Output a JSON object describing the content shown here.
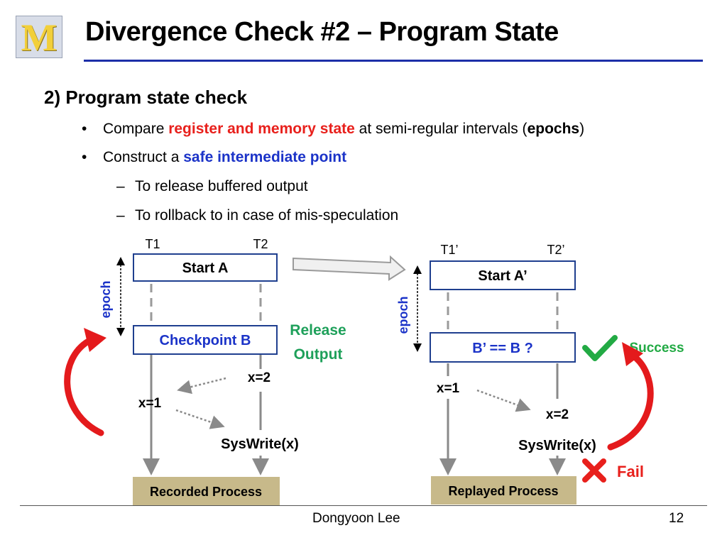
{
  "slide": {
    "logo_letter": "M",
    "title": "Divergence Check #2 – Program State",
    "heading": "2) Program state check",
    "bullets": [
      {
        "before": "Compare ",
        "highlight": "register and memory state",
        "middle": " at semi-regular intervals (",
        "bold": "epochs",
        "after": ")"
      },
      {
        "before": "Construct a ",
        "highlight": "safe intermediate point"
      }
    ],
    "sub_bullets": [
      "To release buffered output",
      "To rollback to in case of mis-speculation"
    ],
    "bullet_symbol": "•",
    "dash_symbol": "–"
  },
  "diagram": {
    "recorded": {
      "t1": "T1",
      "t2": "T2",
      "start_box": "Start A",
      "checkpoint_box": "Checkpoint B",
      "epoch_label": "epoch",
      "release_line1": "Release",
      "release_line2": "Output",
      "x2": "x=2",
      "x1": "x=1",
      "syswrite": "SysWrite(x)",
      "process_label": "Recorded Process"
    },
    "replayed": {
      "t1": "T1’",
      "t2": "T2’",
      "start_box": "Start A’",
      "check_box": "B’ == B ?",
      "epoch_label": "epoch",
      "x1": "x=1",
      "x2": "x=2",
      "syswrite": "SysWrite(x)",
      "process_label": "Replayed Process",
      "success_label": "Success",
      "fail_label": "Fail"
    },
    "colors": {
      "box_border": "#1f3f8f",
      "checkpoint_text": "#1b33c8",
      "release_text": "#1ea05a",
      "success_green": "#22aa44",
      "fail_red": "#e8201c",
      "rollback_arrow": "#e41a1c",
      "timeline": "#8a8a8a",
      "process_fill": "#c7b98a"
    }
  },
  "footer": {
    "author": "Dongyoon Lee",
    "page": "12"
  }
}
